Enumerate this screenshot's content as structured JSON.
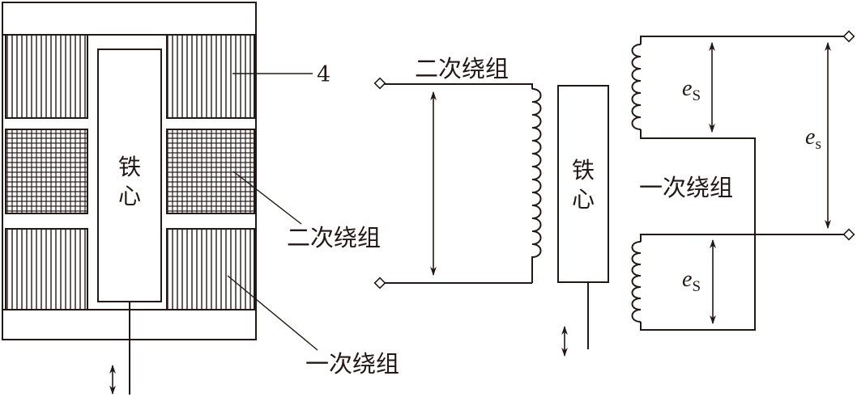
{
  "left_figure": {
    "core_label_line1": "铁",
    "core_label_line2": "心",
    "callout_number": "4",
    "secondary_winding_label": "二次绕组",
    "primary_winding_label": "一次绕组"
  },
  "right_figure": {
    "secondary_winding_label": "二次绕组",
    "core_label_line1": "铁",
    "core_label_line2": "心",
    "primary_winding_label": "一次绕组",
    "emf_upper": {
      "symbol": "e",
      "subscript": "S"
    },
    "emf_lower": {
      "symbol": "e",
      "subscript": "S"
    },
    "emf_total": {
      "symbol": "e",
      "subscript": "s"
    }
  },
  "colors": {
    "ink": "#231815",
    "background": "#ffffff"
  }
}
